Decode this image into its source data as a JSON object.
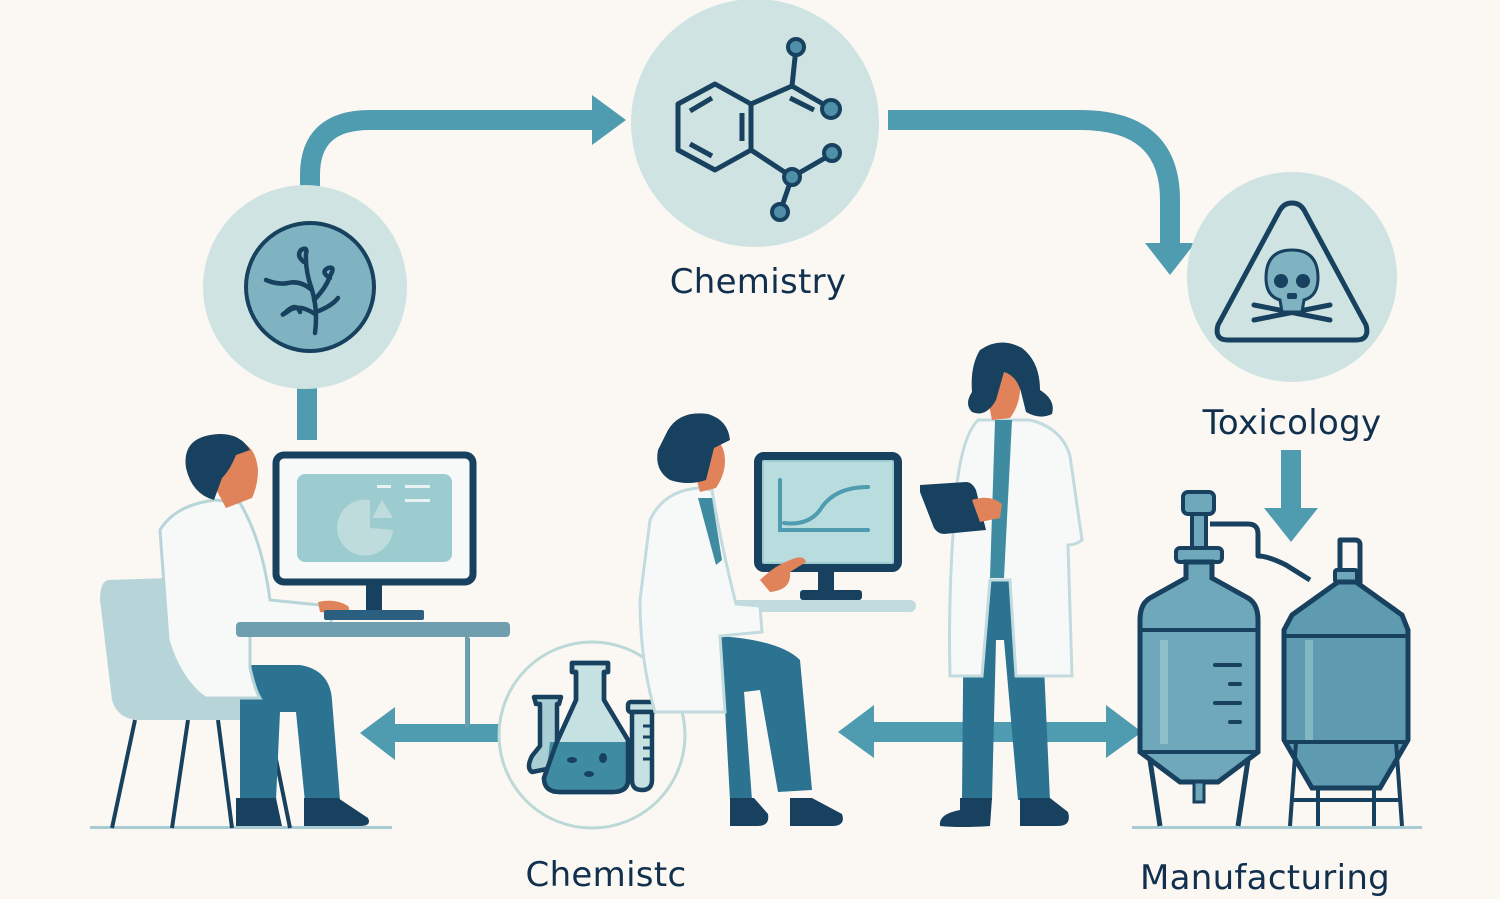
{
  "diagram": {
    "type": "process-flow-infographic",
    "theme": {
      "background": "#fbf8f4",
      "arrow": "#4f9bb0",
      "dark": "#17415e",
      "circle_fill": "#cfe4e2",
      "mid_teal": "#7fb3c1",
      "skin": "#e0835a",
      "coat": "#f7f9f9",
      "pants": "#2b7391"
    },
    "nodes": [
      {
        "id": "biology",
        "label": "",
        "icon": "plant-sprout-icon"
      },
      {
        "id": "chemistry",
        "label": "Chemistry",
        "icon": "molecule-icon"
      },
      {
        "id": "toxicology",
        "label": "Toxicology",
        "icon": "skull-crossbones-warning-icon"
      },
      {
        "id": "chemistc",
        "label": "Chemistc",
        "icon": "lab-flasks-icon"
      },
      {
        "id": "manufacturing",
        "label": "Manufacturing",
        "icon": "industrial-tanks-icon"
      }
    ],
    "edges": [
      {
        "from": "biology",
        "to": "chemistry",
        "style": "curved-arrow"
      },
      {
        "from": "chemistry",
        "to": "toxicology",
        "style": "curved-arrow"
      },
      {
        "from": "toxicology",
        "to": "manufacturing",
        "style": "down-arrow"
      },
      {
        "from": "chemistc",
        "to": "data-analyst",
        "style": "left-arrow"
      },
      {
        "from": "chemistc",
        "to": "manufacturing",
        "style": "double-arrow"
      },
      {
        "from": "biology",
        "to": "data-analyst",
        "style": "connector-line"
      }
    ],
    "people": [
      {
        "id": "data-analyst",
        "description": "man seated at desktop computer showing pie chart"
      },
      {
        "id": "seated-scientist",
        "description": "woman seated pointing at monitor with S-curve graph"
      },
      {
        "id": "standing-scientist",
        "description": "woman standing holding tablet"
      }
    ]
  }
}
